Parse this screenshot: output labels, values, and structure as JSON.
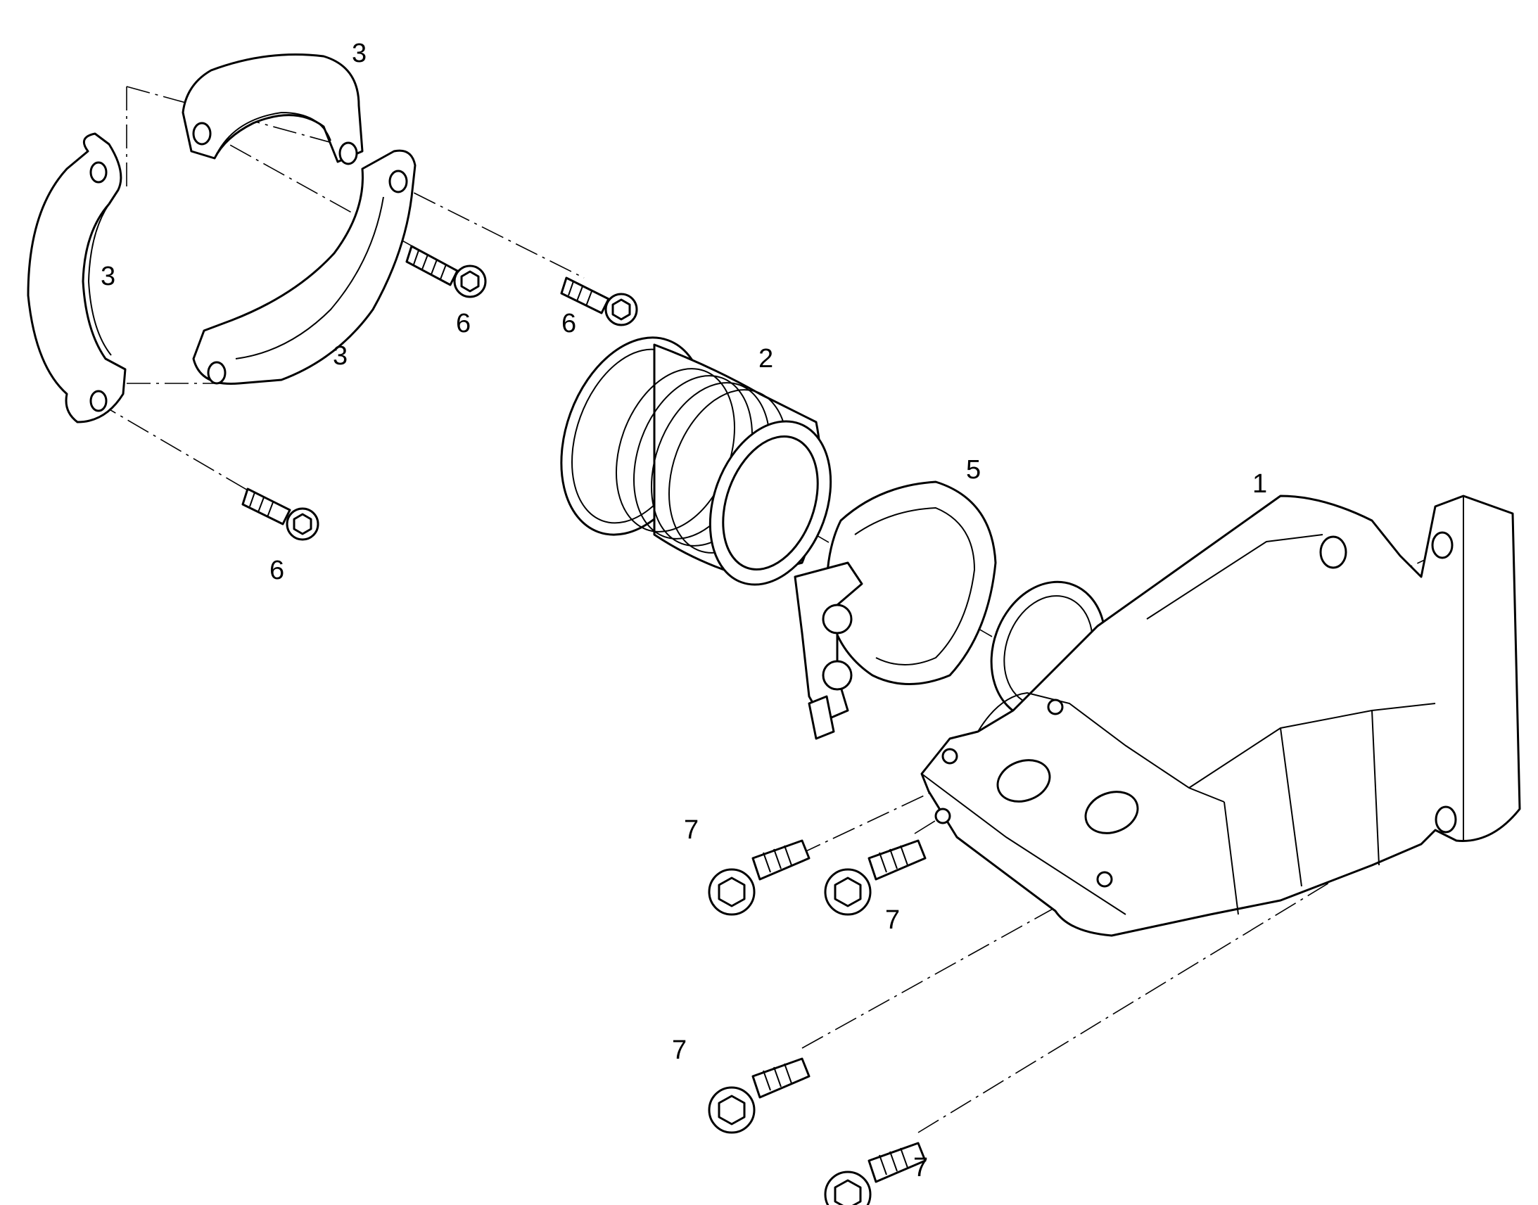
{
  "callouts": {
    "c1": "1",
    "c2": "2",
    "c3": "3",
    "c5": "5",
    "c6": "6",
    "c7": "7"
  },
  "colors": {
    "line": "#000000",
    "background": "#ffffff"
  }
}
